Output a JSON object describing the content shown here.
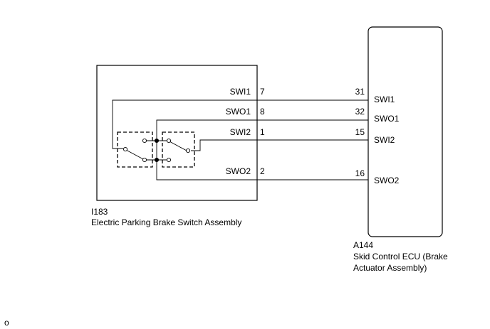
{
  "switch_assembly": {
    "connector_id": "I183",
    "name": "Electric Parking Brake Switch Assembly",
    "pins": [
      {
        "signal": "SWI1",
        "pin": "7"
      },
      {
        "signal": "SWO1",
        "pin": "8"
      },
      {
        "signal": "SWI2",
        "pin": "1"
      },
      {
        "signal": "SWO2",
        "pin": "2"
      }
    ]
  },
  "ecu": {
    "connector_id": "A144",
    "name_line1": "Skid Control ECU (Brake",
    "name_line2": "Actuator Assembly)",
    "pins": [
      {
        "signal": "SWI1",
        "pin": "31"
      },
      {
        "signal": "SWO1",
        "pin": "32"
      },
      {
        "signal": "SWI2",
        "pin": "15"
      },
      {
        "signal": "SWO2",
        "pin": "16"
      }
    ]
  },
  "footer_mark": "o"
}
